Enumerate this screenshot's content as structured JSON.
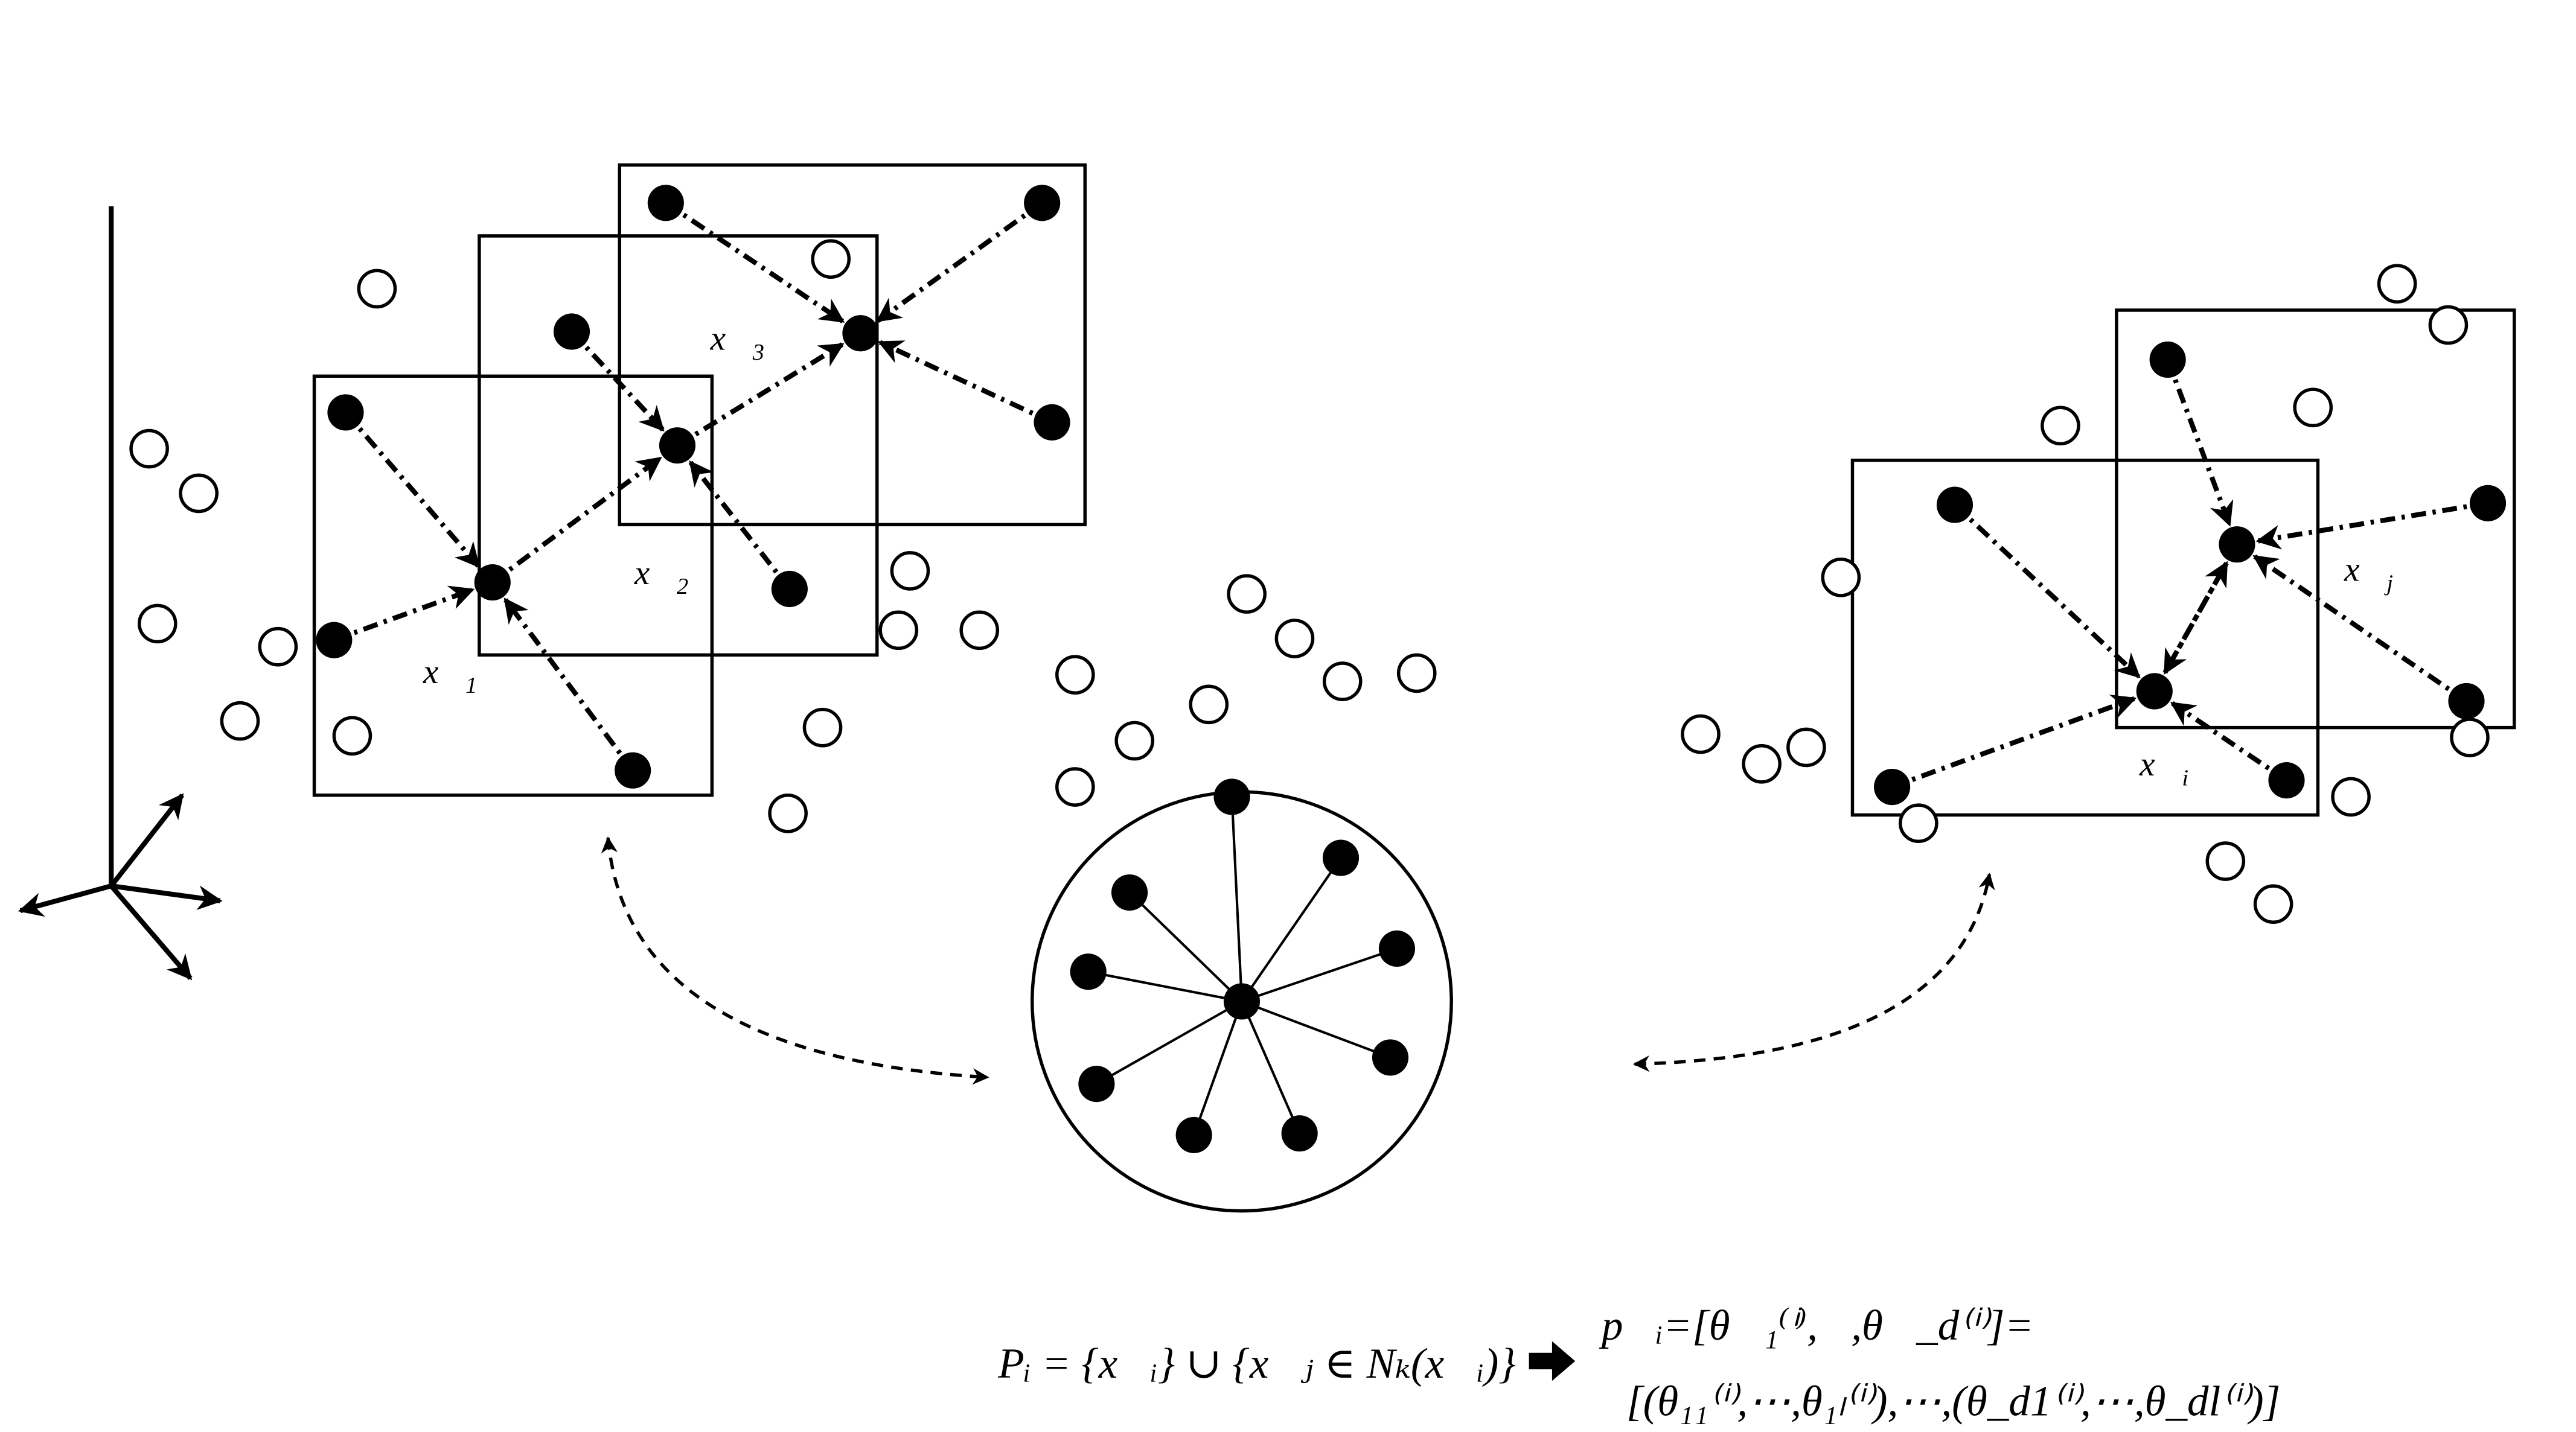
{
  "labels": {
    "x1": {
      "base": "x⃗",
      "sub": "1"
    },
    "x2": {
      "base": "x⃗",
      "sub": "2"
    },
    "x3": {
      "base": "x⃗",
      "sub": "3"
    },
    "xi": {
      "base": "x⃗",
      "sub": "i"
    },
    "xj": {
      "base": "x⃗",
      "sub": "j"
    }
  },
  "formula": {
    "left": "Pᵢ = {x⃗ᵢ} ∪ {x⃗ⱼ ∈ Nₖ(x⃗ᵢ)}",
    "right_line1": "p⃗ᵢ=[θ⃗₁⁽ⁱ⁾,⋯,θ⃗_d⁽ⁱ⁾]=",
    "right_line2": "[(θ₁₁⁽ⁱ⁾,⋯,θ₁ₗ⁽ⁱ⁾),⋯,(θ_d1⁽ⁱ⁾,⋯,θ_dl⁽ⁱ⁾)]"
  },
  "colors": {
    "ink": "#000000",
    "background": "#ffffff"
  }
}
